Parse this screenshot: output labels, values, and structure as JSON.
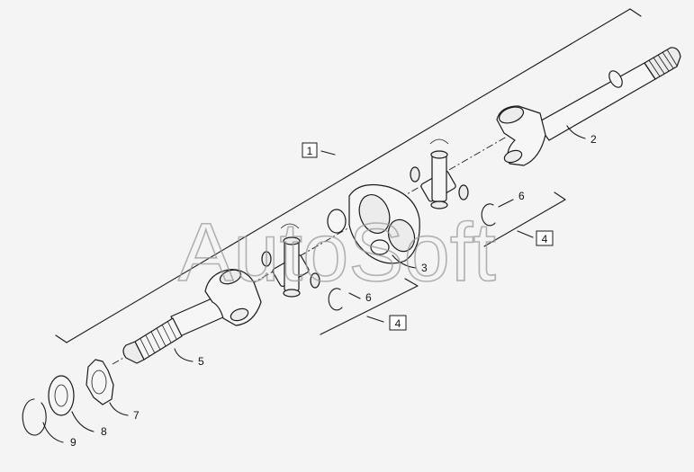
{
  "callouts": {
    "c1": "1",
    "c2": "2",
    "c3": "3",
    "c4a": "4",
    "c4b": "4",
    "c5": "5",
    "c6a": "6",
    "c6b": "6",
    "c7": "7",
    "c8": "8",
    "c9": "9"
  },
  "watermark": "AutoSoft"
}
